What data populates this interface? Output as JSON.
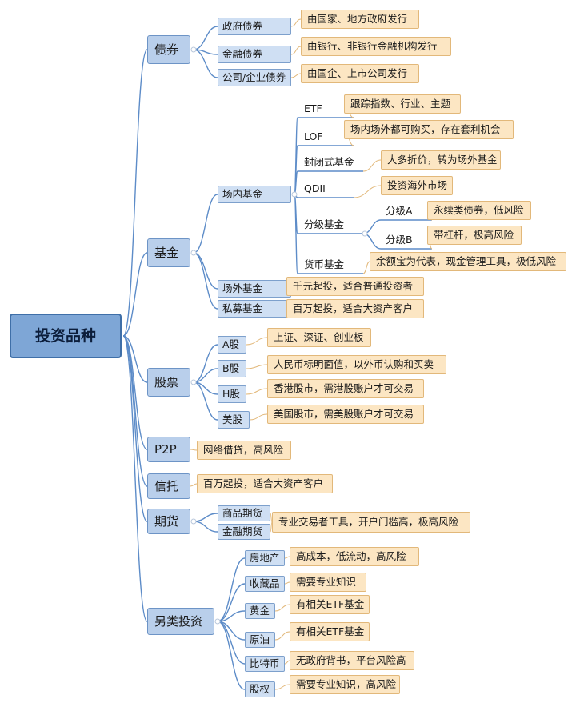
{
  "root": "投资品种",
  "categories": [
    {
      "label": "债券",
      "children": [
        {
          "label": "政府债券",
          "note": "由国家、地方政府发行"
        },
        {
          "label": "金融债券",
          "note": "由银行、非银行金融机构发行"
        },
        {
          "label": "公司/企业债券",
          "note": "由国企、上市公司发行"
        }
      ]
    },
    {
      "label": "基金",
      "children": [
        {
          "label": "场内基金",
          "children": [
            {
              "label": "ETF",
              "note": "跟踪指数、行业、主题"
            },
            {
              "label": "LOF",
              "note": "场内场外都可购买，存在套利机会"
            },
            {
              "label": "封闭式基金",
              "note": "大多折价，转为场外基金"
            },
            {
              "label": "QDII",
              "note": "投资海外市场"
            },
            {
              "label": "分级基金",
              "children": [
                {
                  "label": "分级A",
                  "note": "永续类债券，低风险"
                },
                {
                  "label": "分级B",
                  "note": "带杠杆，极高风险"
                }
              ]
            },
            {
              "label": "货币基金",
              "note": "余额宝为代表，现金管理工具，极低风险"
            }
          ]
        },
        {
          "label": "场外基金",
          "note": "千元起投，适合普通投资者"
        },
        {
          "label": "私募基金",
          "note": "百万起投，适合大资产客户"
        }
      ]
    },
    {
      "label": "股票",
      "children": [
        {
          "label": "A股",
          "note": "上证、深证、创业板"
        },
        {
          "label": "B股",
          "note": "人民币标明面值，以外币认购和买卖"
        },
        {
          "label": "H股",
          "note": "香港股市，需港股账户才可交易"
        },
        {
          "label": "美股",
          "note": "美国股市，需美股账户才可交易"
        }
      ]
    },
    {
      "label": "P2P",
      "note": "网络借贷，高风险"
    },
    {
      "label": "信托",
      "note": "百万起投，适合大资产客户"
    },
    {
      "label": "期货",
      "note": "专业交易者工具，开户门槛高，极高风险",
      "children": [
        {
          "label": "商品期货"
        },
        {
          "label": "金融期货"
        }
      ]
    },
    {
      "label": "另类投资",
      "children": [
        {
          "label": "房地产",
          "note": "高成本，低流动，高风险"
        },
        {
          "label": "收藏品",
          "note": "需要专业知识"
        },
        {
          "label": "黄金",
          "note": "有相关ETF基金"
        },
        {
          "label": "原油",
          "note": "有相关ETF基金"
        },
        {
          "label": "比特币",
          "note": "无政府背书，平台风险高"
        },
        {
          "label": "股权",
          "note": "需要专业知识，高风险"
        }
      ]
    }
  ],
  "colors": {
    "line": "#5d8cc8",
    "root_fill": "#7ea6d6",
    "category_fill": "#b9cfeb",
    "note_fill": "#fce6c3",
    "note_border": "#e2b87a"
  }
}
